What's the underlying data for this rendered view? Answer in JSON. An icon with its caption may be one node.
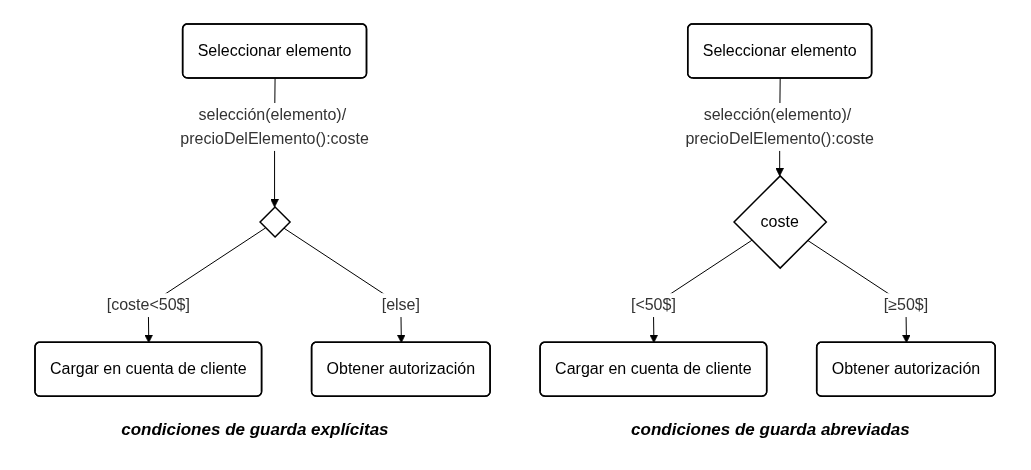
{
  "diagram": {
    "nodes": [
      {
        "text": [
          "Seleccionar elemento"
        ]
      },
      {
        "text": [],
        "shape": "diamond"
      },
      {
        "text": [
          "Cargar en cuenta de cliente"
        ]
      },
      {
        "text": [
          "Obtener autorización"
        ]
      },
      {
        "text": [
          "Seleccionar elemento"
        ]
      },
      {
        "text": [
          "coste"
        ]
      },
      {
        "text": [
          "Cargar en cuenta de cliente"
        ]
      },
      {
        "text": [
          "Obtener autorización"
        ]
      }
    ],
    "edges": [
      {
        "from": 0,
        "to": 1,
        "arrow": "to",
        "label": "selección(elemento)/ precioDelElemento():coste"
      },
      {
        "from": 1,
        "to": 2,
        "arrow": "to",
        "label": "[coste<50$]"
      },
      {
        "from": 1,
        "to": 3,
        "arrow": "to",
        "label": "[else]"
      },
      {
        "from": 4,
        "to": 5,
        "arrow": "to",
        "label": "selección(elemento)/ precioDelElemento():coste"
      },
      {
        "from": 5,
        "to": 6,
        "arrow": "to",
        "label": "[<50$]"
      },
      {
        "from": 5,
        "to": 7,
        "arrow": "to",
        "label": "[≥50$]"
      }
    ],
    "labels": [
      "condiciones de guarda explícitas",
      "condiciones de guarda abreviadas"
    ]
  }
}
